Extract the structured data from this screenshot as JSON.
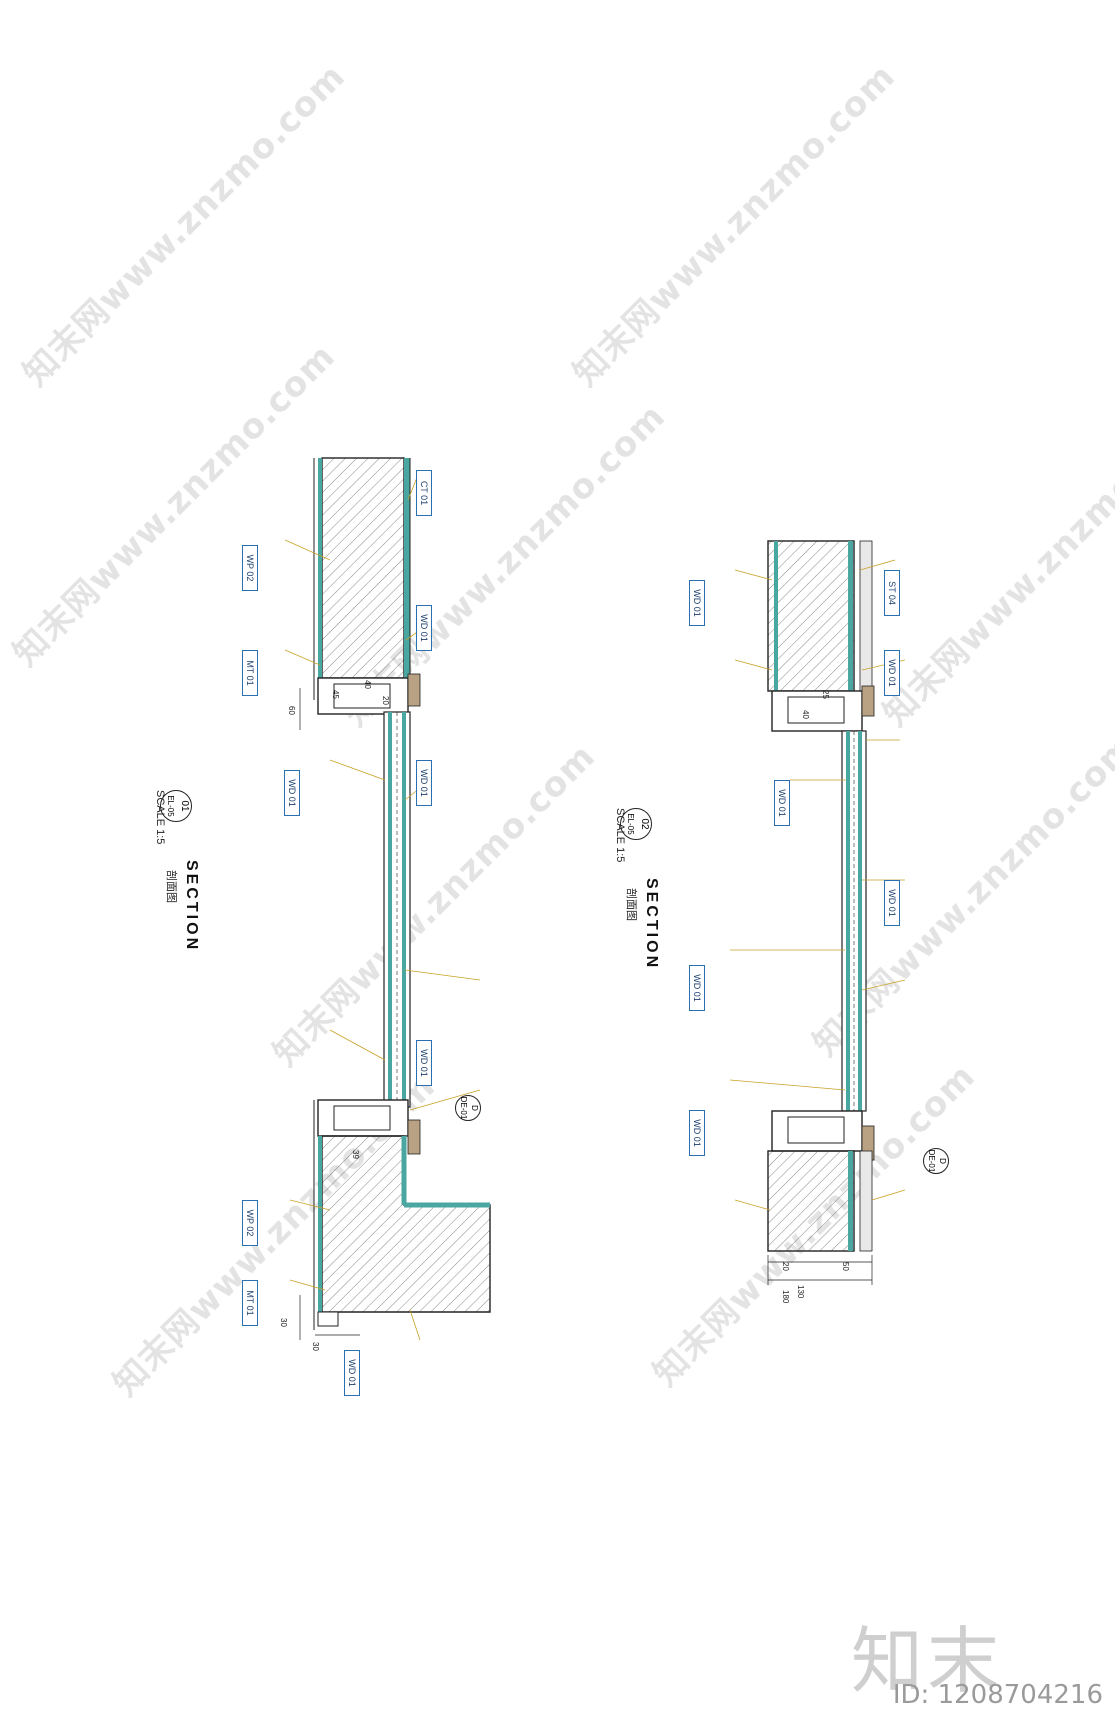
{
  "watermark": {
    "site_text": "知末网www.znzmo.com",
    "brand": "知末",
    "image_id": "ID: 1208704216"
  },
  "sections": [
    {
      "number": "01",
      "sheet": "EL-05",
      "title": "SECTION",
      "subtitle": "剖面图",
      "scale": "SCALE 1:5",
      "material_tags": [
        "WD 01",
        "WD 01",
        "WD 01",
        "WD 01",
        "WD 01",
        "MT 01",
        "MT 01",
        "WP 02",
        "WP 02",
        "CT 01"
      ],
      "detail_callout": {
        "letter": "D",
        "sheet": "DE-01"
      },
      "dimensions": [
        "30",
        "60",
        "30",
        "45",
        "39",
        "40",
        "20"
      ]
    },
    {
      "number": "02",
      "sheet": "EL-05",
      "title": "SECTION",
      "subtitle": "剖面图",
      "scale": "SCALE 1:5",
      "material_tags": [
        "WD 01",
        "WD 01",
        "WD 01",
        "WD 01",
        "WD 01",
        "WD 01",
        "ST 04"
      ],
      "detail_callout": {
        "letter": "D",
        "sheet": "DE-01"
      },
      "dimensions": [
        "130",
        "20",
        "50",
        "40",
        "25",
        "180"
      ]
    }
  ]
}
